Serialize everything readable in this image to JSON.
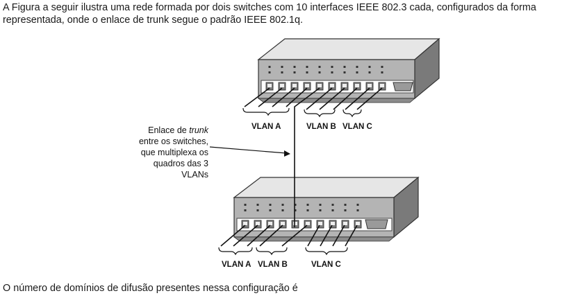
{
  "intro_text": "A Figura a seguir ilustra uma rede formada por dois switches com 10 interfaces IEEE 802.3 cada, configurados da forma representada, onde o enlace de trunk segue o padrão IEEE 802.1q.",
  "question_text": "O número de domínios de difusão presentes nessa configuração é",
  "diagram": {
    "trunk_note": {
      "line1_prefix": "Enlace de ",
      "line1_emphasis": "trunk",
      "line2": "entre os switches,",
      "line3": "que multiplexa os",
      "line4": "quadros das 3",
      "line5": "VLANs"
    },
    "top_switch": {
      "port_count": 10,
      "vlan_labels": [
        "VLAN A",
        "VLAN B",
        "VLAN C"
      ]
    },
    "bottom_switch": {
      "port_count": 10,
      "vlan_labels": [
        "VLAN A",
        "VLAN B",
        "VLAN C"
      ]
    },
    "colors": {
      "switch_top_face": "#e6e6e6",
      "switch_front": "#b4b4b4",
      "switch_side": "#7a7a7a",
      "port_strip": "#ffffff",
      "lines": "#111111"
    }
  }
}
